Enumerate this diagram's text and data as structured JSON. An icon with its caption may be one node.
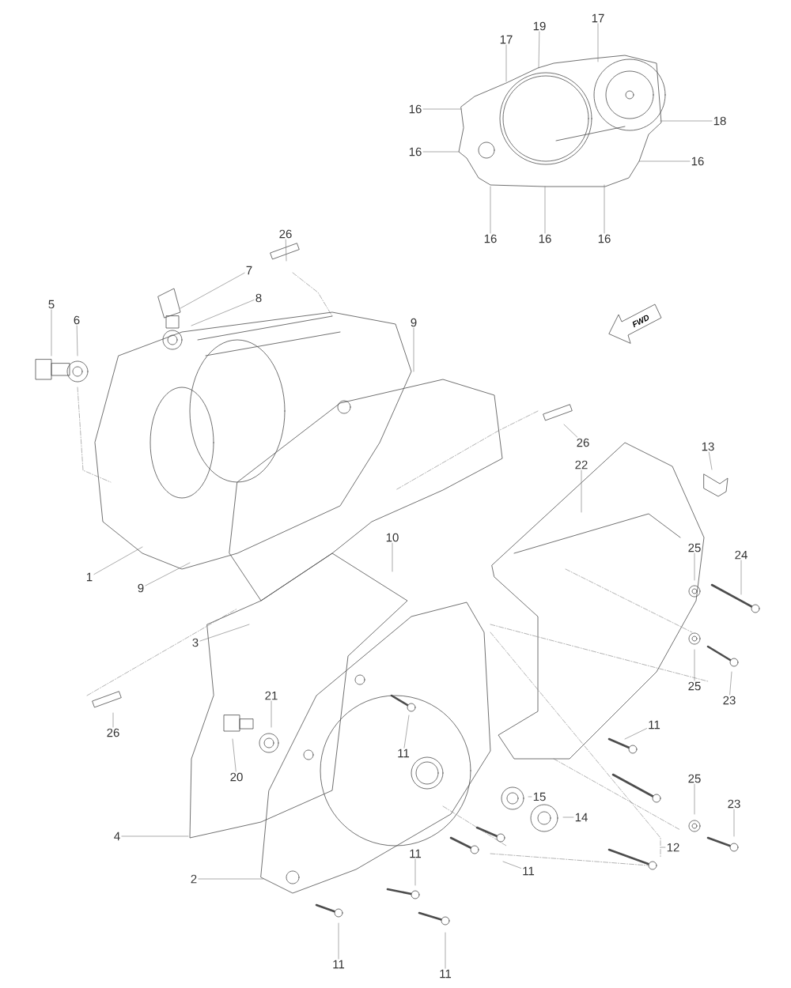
{
  "diagram": {
    "nodes": [
      {
        "text": [
          "16"
        ]
      },
      {
        "text": [
          "17"
        ]
      },
      {
        "text": [
          "19"
        ]
      },
      {
        "text": [
          "17"
        ]
      },
      {
        "text": [
          "16"
        ]
      },
      {
        "text": [
          "18"
        ]
      },
      {
        "text": [
          "16"
        ]
      },
      {
        "text": [
          "16"
        ]
      },
      {
        "text": [
          "16"
        ]
      },
      {
        "text": [
          "16"
        ]
      },
      {
        "text": [
          "26"
        ]
      },
      {
        "text": [
          "7"
        ]
      },
      {
        "text": [
          "8"
        ]
      },
      {
        "text": [
          "5"
        ]
      },
      {
        "text": [
          "6"
        ]
      },
      {
        "text": [
          "9"
        ]
      },
      {
        "text": [
          "26"
        ]
      },
      {
        "text": [
          "13"
        ]
      },
      {
        "text": [
          "22"
        ]
      },
      {
        "text": [
          "1"
        ]
      },
      {
        "text": [
          "10"
        ]
      },
      {
        "text": [
          "9"
        ]
      },
      {
        "text": [
          "25"
        ]
      },
      {
        "text": [
          "24"
        ]
      },
      {
        "text": [
          "3"
        ]
      },
      {
        "text": [
          "25"
        ]
      },
      {
        "text": [
          "23"
        ]
      },
      {
        "text": [
          "26"
        ]
      },
      {
        "text": [
          "21"
        ]
      },
      {
        "text": [
          "11"
        ]
      },
      {
        "text": [
          "11"
        ]
      },
      {
        "text": [
          "20"
        ]
      },
      {
        "text": [
          "25"
        ]
      },
      {
        "text": [
          "23"
        ]
      },
      {
        "text": [
          "15"
        ]
      },
      {
        "text": [
          "14"
        ]
      },
      {
        "text": [
          "12"
        ]
      },
      {
        "text": [
          "4"
        ]
      },
      {
        "text": [
          "11"
        ]
      },
      {
        "text": [
          "2"
        ]
      },
      {
        "text": [
          "11"
        ]
      },
      {
        "text": [
          "11"
        ]
      },
      {
        "text": [
          "11"
        ]
      }
    ],
    "edges": [
      {
        "from": 0,
        "to": null,
        "arrow": "none"
      },
      {
        "from": 1,
        "to": null,
        "arrow": "none"
      },
      {
        "from": 2,
        "to": null,
        "arrow": "none"
      },
      {
        "from": 3,
        "to": null,
        "arrow": "none"
      },
      {
        "from": 4,
        "to": null,
        "arrow": "none"
      },
      {
        "from": 5,
        "to": null,
        "arrow": "none"
      },
      {
        "from": 6,
        "to": null,
        "arrow": "none"
      },
      {
        "from": 7,
        "to": null,
        "arrow": "none"
      },
      {
        "from": 8,
        "to": null,
        "arrow": "none"
      },
      {
        "from": 9,
        "to": null,
        "arrow": "none"
      },
      {
        "from": 10,
        "to": null,
        "arrow": "none"
      },
      {
        "from": 11,
        "to": null,
        "arrow": "none"
      },
      {
        "from": 12,
        "to": null,
        "arrow": "none"
      },
      {
        "from": 13,
        "to": null,
        "arrow": "none"
      },
      {
        "from": 14,
        "to": null,
        "arrow": "none"
      },
      {
        "from": 15,
        "to": null,
        "arrow": "none"
      },
      {
        "from": 16,
        "to": null,
        "arrow": "none"
      },
      {
        "from": 17,
        "to": null,
        "arrow": "none"
      },
      {
        "from": 18,
        "to": null,
        "arrow": "none"
      },
      {
        "from": 19,
        "to": null,
        "arrow": "none"
      },
      {
        "from": 20,
        "to": null,
        "arrow": "none"
      },
      {
        "from": 21,
        "to": null,
        "arrow": "none"
      },
      {
        "from": 22,
        "to": null,
        "arrow": "none"
      },
      {
        "from": 23,
        "to": null,
        "arrow": "none"
      },
      {
        "from": 24,
        "to": null,
        "arrow": "none"
      },
      {
        "from": 25,
        "to": null,
        "arrow": "none"
      },
      {
        "from": 26,
        "to": null,
        "arrow": "none"
      },
      {
        "from": 27,
        "to": null,
        "arrow": "none"
      },
      {
        "from": 28,
        "to": null,
        "arrow": "none"
      },
      {
        "from": 29,
        "to": null,
        "arrow": "none"
      },
      {
        "from": 30,
        "to": null,
        "arrow": "none"
      },
      {
        "from": 31,
        "to": null,
        "arrow": "none"
      },
      {
        "from": 32,
        "to": null,
        "arrow": "none"
      },
      {
        "from": 33,
        "to": null,
        "arrow": "none"
      },
      {
        "from": 34,
        "to": null,
        "arrow": "none"
      },
      {
        "from": 35,
        "to": null,
        "arrow": "none"
      },
      {
        "from": 36,
        "to": null,
        "arrow": "none"
      },
      {
        "from": 37,
        "to": null,
        "arrow": "none"
      },
      {
        "from": 38,
        "to": null,
        "arrow": "none"
      },
      {
        "from": 39,
        "to": null,
        "arrow": "none"
      },
      {
        "from": 40,
        "to": null,
        "arrow": "none"
      },
      {
        "from": 41,
        "to": null,
        "arrow": "none"
      },
      {
        "from": 42,
        "to": null,
        "arrow": "none"
      }
    ],
    "labels": [
      "FWD"
    ]
  }
}
